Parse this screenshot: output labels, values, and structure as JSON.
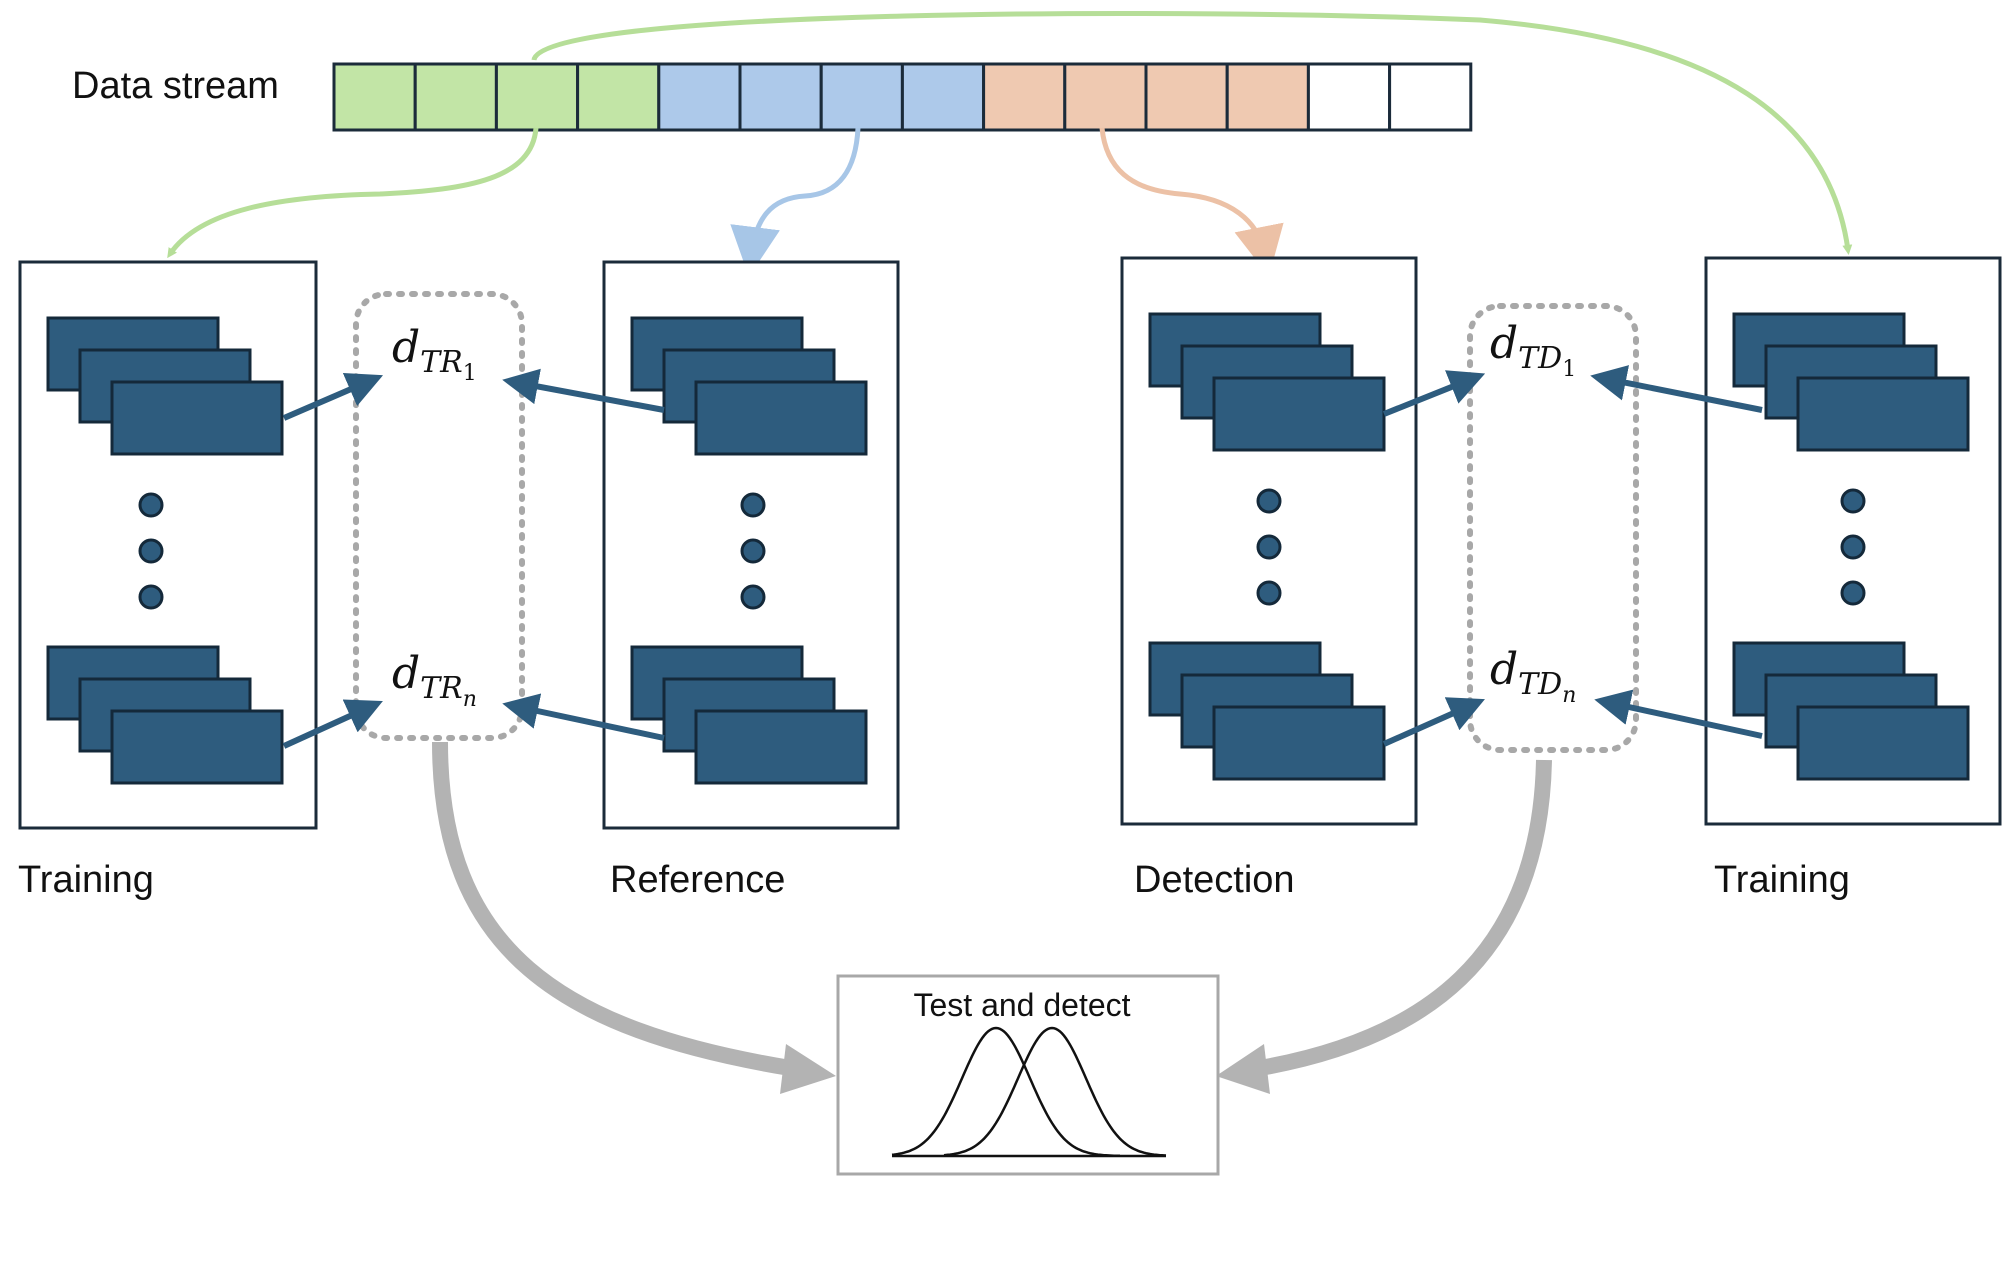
{
  "data_stream": {
    "label": "Data stream",
    "cells": [
      "green",
      "green",
      "green",
      "green",
      "blue",
      "blue",
      "blue",
      "blue",
      "orange",
      "orange",
      "orange",
      "orange",
      "white",
      "white"
    ]
  },
  "colors": {
    "green": "#c2e5a6",
    "blue": "#adc9ea",
    "orange": "#efc9b1",
    "white": "#ffffff",
    "stack": "#2e5c7e",
    "outline": "#1b2b3a",
    "green_arrow": "#b6de98",
    "blue_arrow": "#a7c6e7",
    "orange_arrow": "#ecc1a6",
    "gray": "#b3b3b3"
  },
  "panels": [
    {
      "label": "Training"
    },
    {
      "label": "Reference"
    },
    {
      "label": "Detection"
    },
    {
      "label": "Training"
    }
  ],
  "distances": {
    "tr": {
      "d": "d",
      "letters": "TR",
      "sub1": "1",
      "subn": "n"
    },
    "td": {
      "d": "d",
      "letters": "TD",
      "sub1": "1",
      "subn": "n"
    }
  },
  "test": {
    "title": "Test and detect"
  },
  "icons": [
    "ellipsis-dots-icon",
    "bell-curve-icon"
  ]
}
